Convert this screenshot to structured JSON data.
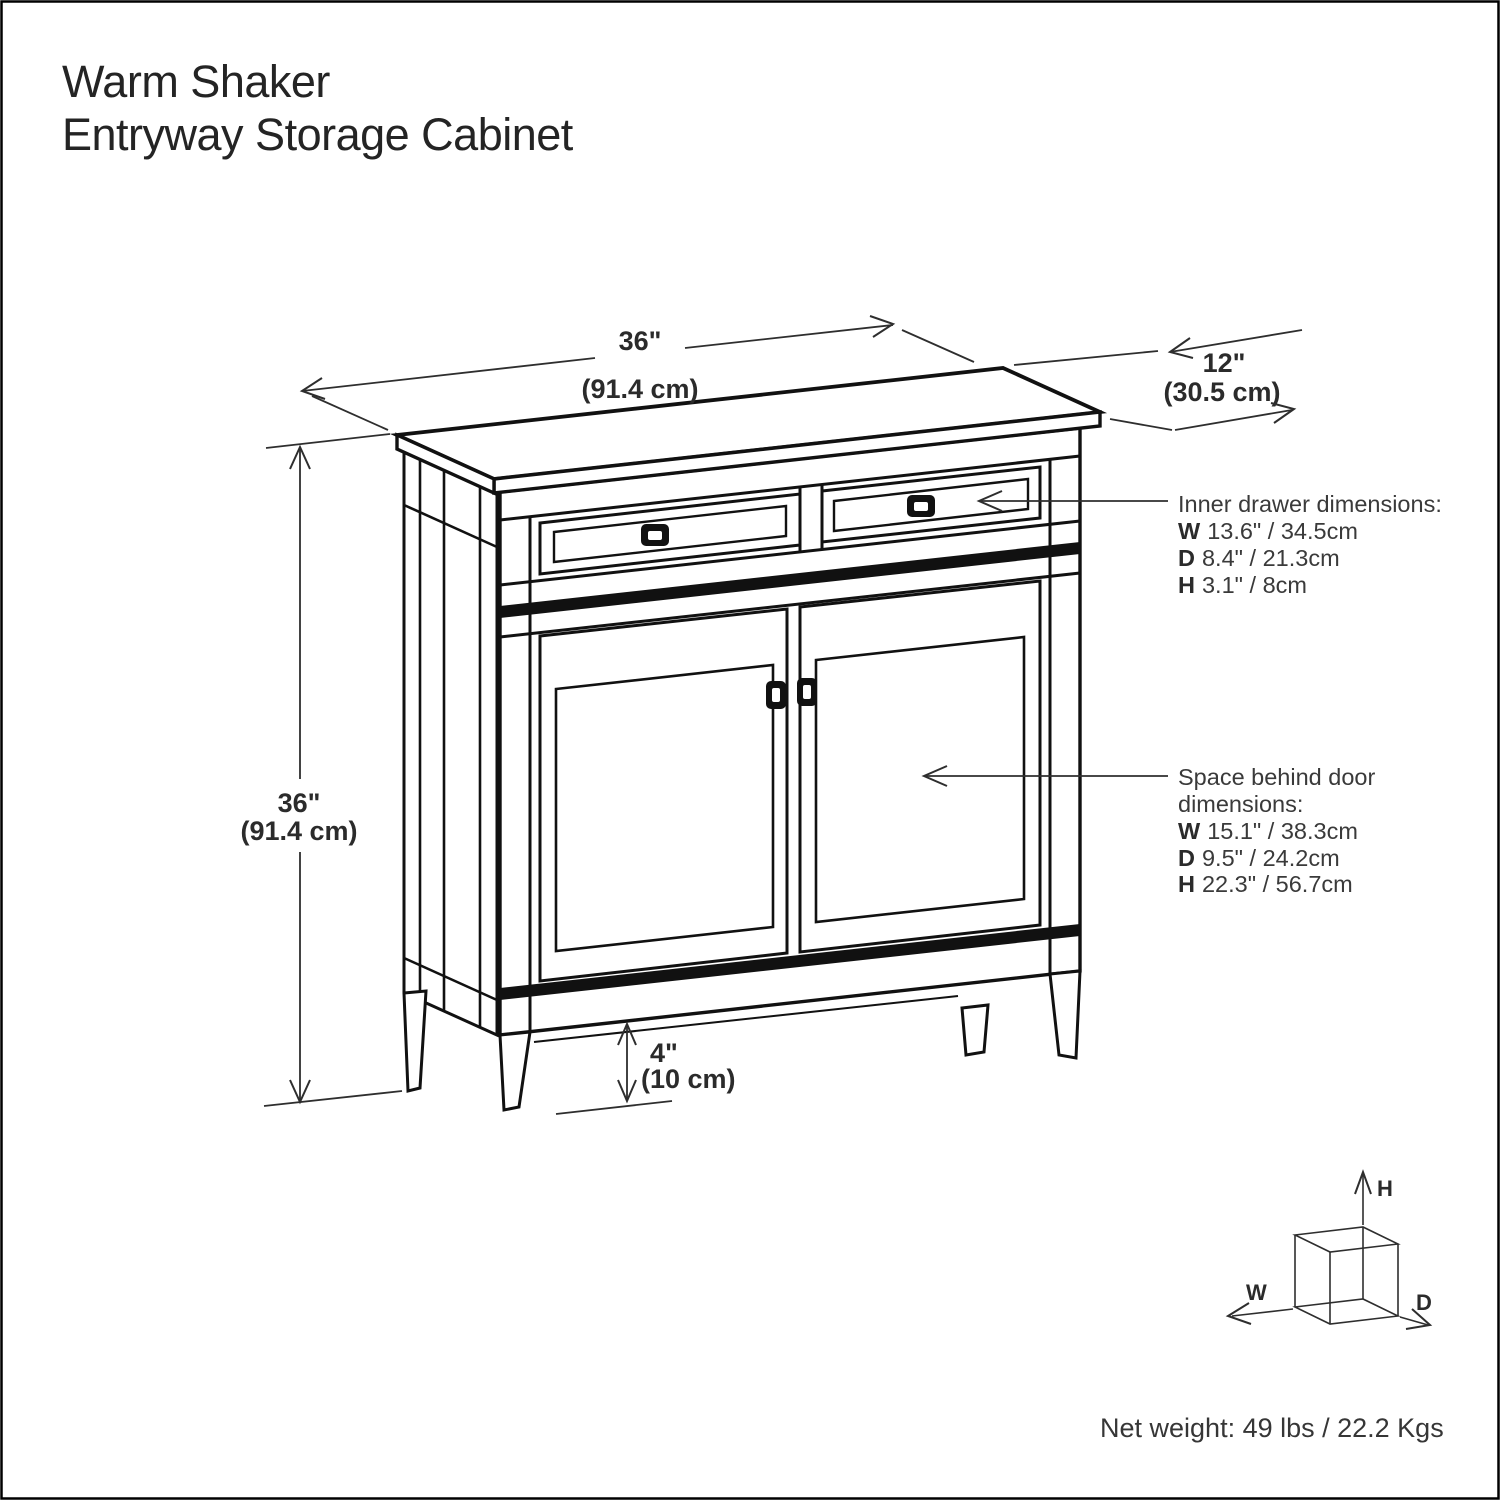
{
  "title": {
    "line1": "Warm Shaker",
    "line2": "Entryway Storage Cabinet"
  },
  "dimensions": {
    "width": {
      "value": "36\"",
      "metric": "(91.4 cm)"
    },
    "depth": {
      "value": "12\"",
      "metric": "(30.5 cm)"
    },
    "height": {
      "value": "36\"",
      "metric": "(91.4 cm)"
    },
    "clearance": {
      "value": "4\"",
      "metric": "(10 cm)"
    }
  },
  "annotations": {
    "inner_drawer": {
      "title": "Inner drawer dimensions:",
      "rows": [
        {
          "k": "W",
          "v": "13.6\" / 34.5cm"
        },
        {
          "k": "D",
          "v": "8.4\" / 21.3cm"
        },
        {
          "k": "H",
          "v": "3.1\" / 8cm"
        }
      ]
    },
    "space_behind_door": {
      "title_line1": "Space behind door",
      "title_line2": "dimensions:",
      "rows": [
        {
          "k": "W",
          "v": "15.1\" / 38.3cm"
        },
        {
          "k": "D",
          "v": "9.5\" / 24.2cm"
        },
        {
          "k": "H",
          "v": "22.3\" / 56.7cm"
        }
      ]
    }
  },
  "axis_cube": {
    "h": "H",
    "w": "W",
    "d": "D"
  },
  "footer": {
    "net_weight": "Net weight: 49 lbs / 22.2 Kgs"
  },
  "colors": {
    "ink": "#111111",
    "background": "#ffffff"
  }
}
